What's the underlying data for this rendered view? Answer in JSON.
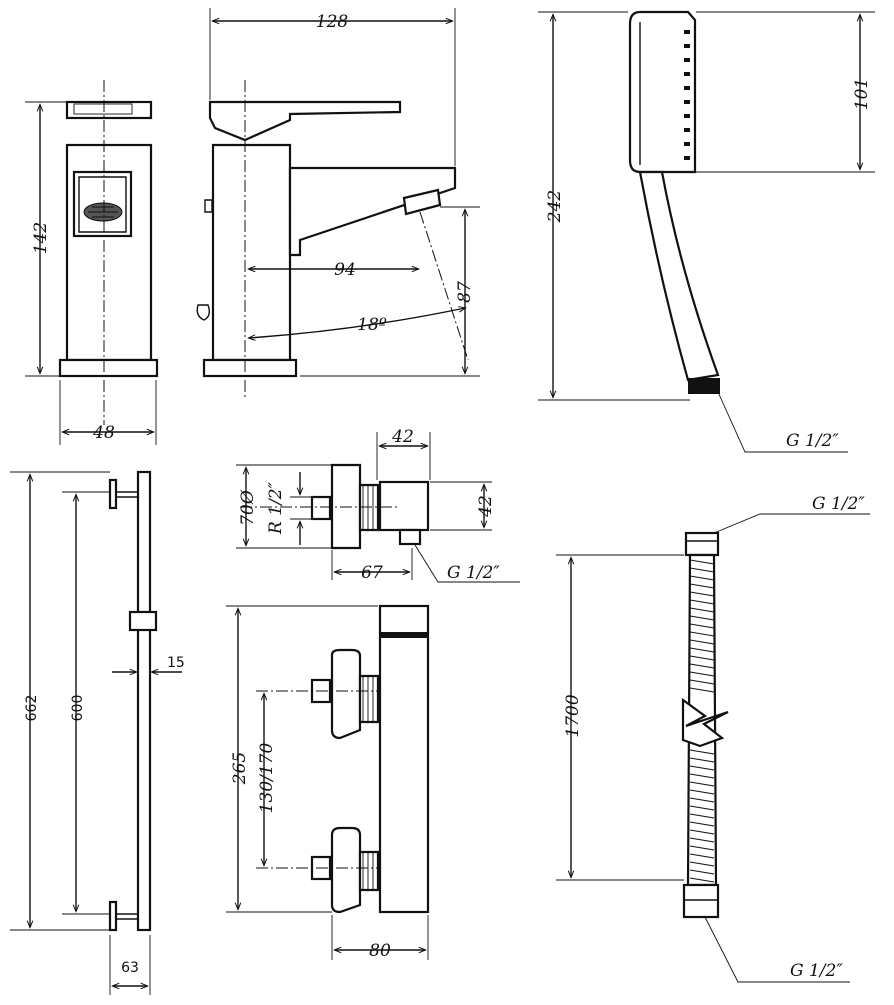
{
  "drawing": {
    "colors": {
      "ink": "#111111",
      "paper": "#ffffff"
    },
    "faucet_front": {
      "height_label": "142",
      "base_width_label": "48"
    },
    "faucet_side": {
      "length_label": "128",
      "reach_label": "94",
      "spout_height_label": "87",
      "angle_label": "18º"
    },
    "handshower": {
      "length_label": "242",
      "head_label": "101",
      "thread_label": "G 1/2″"
    },
    "mixer_side": {
      "width_label": "42",
      "diameter_label": "70Ø",
      "inlet_label": "R 1/2″",
      "height_label": "42",
      "offset_label": "67",
      "outlet_label": "G 1/2″"
    },
    "slide_rail": {
      "total_label": "662",
      "center_label": "600",
      "depth_label": "15",
      "projection_label": "63"
    },
    "mixer_front": {
      "height_label": "265",
      "centers_label": "130/170",
      "width_label": "80"
    },
    "hose": {
      "top_thread_label": "G 1/2″",
      "length_label": "1700",
      "bottom_thread_label": "G 1/2″"
    }
  }
}
